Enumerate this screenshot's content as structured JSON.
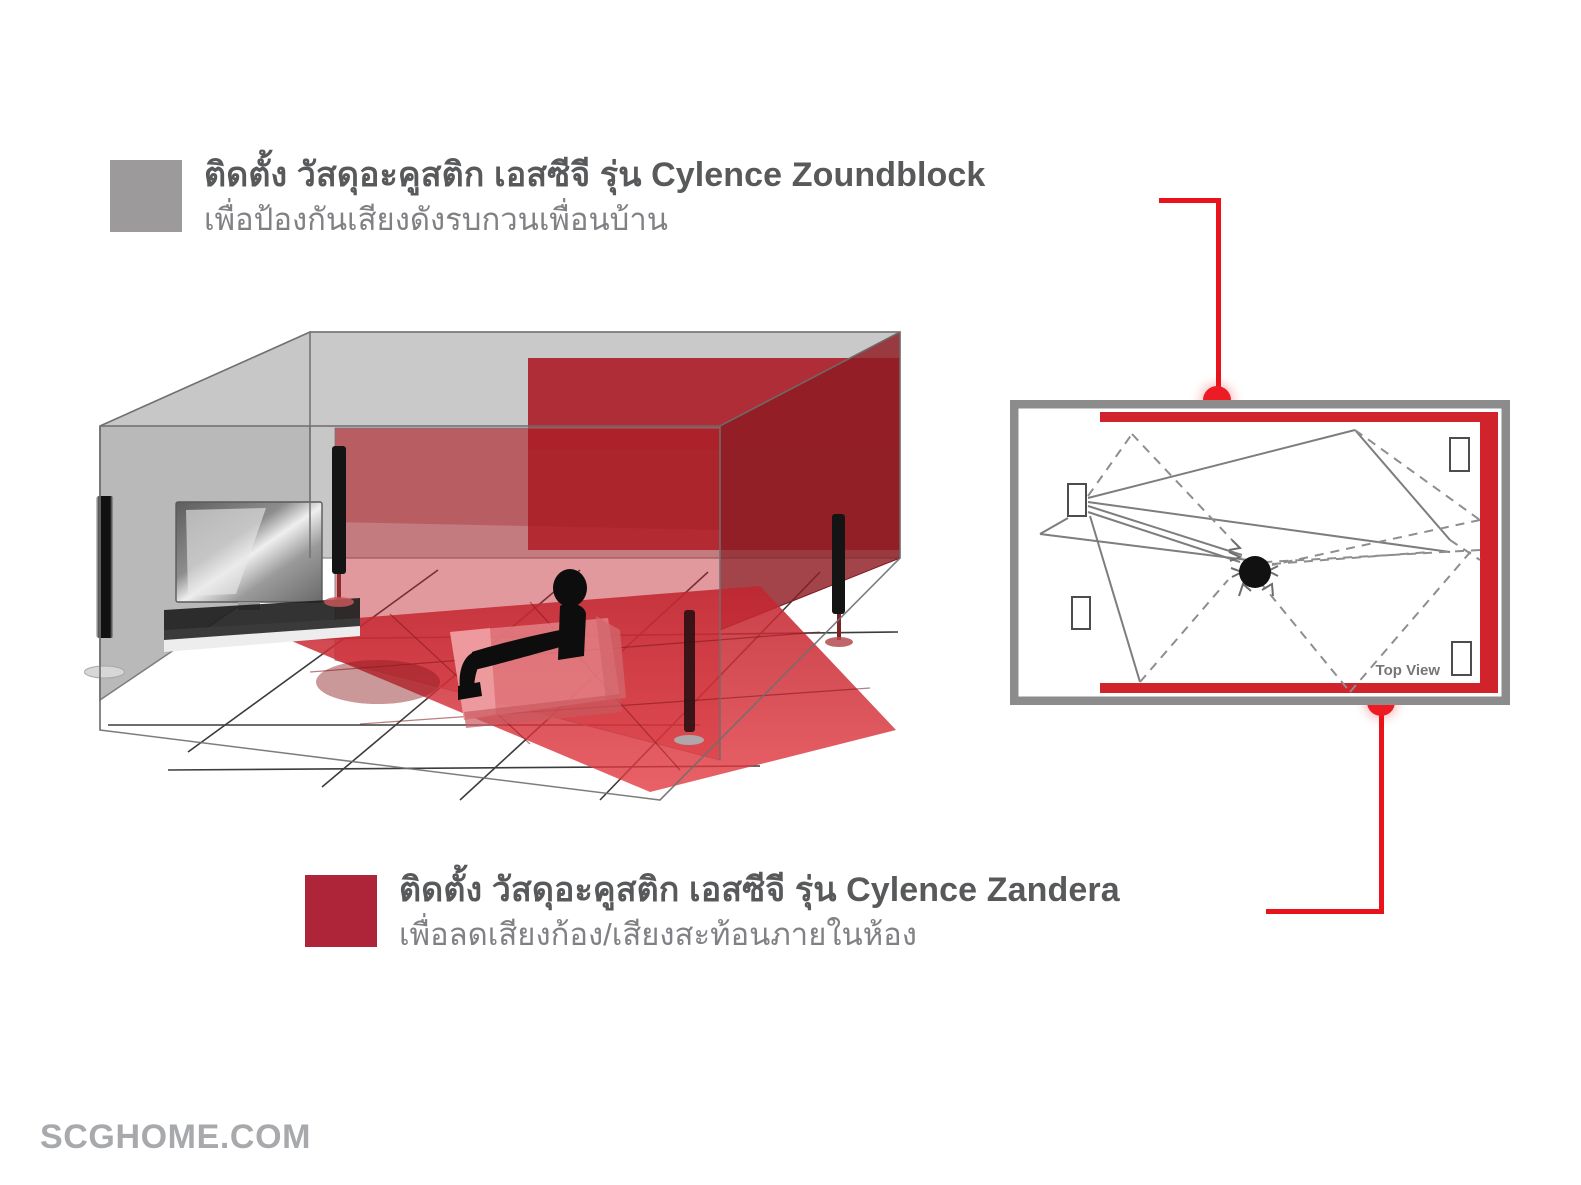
{
  "page": {
    "background": "#ffffff",
    "footer_text": "SCGHOME.COM"
  },
  "colors": {
    "legend_gray": "#9c9a9a",
    "legend_red": "#ae2439",
    "leader_red": "#e8131b",
    "dot_red": "#ed1c24",
    "heading_gray": "#58595b",
    "subtext_gray": "#808184",
    "frame_gray": "#8c8c8c",
    "wall_red": "#d0232b",
    "room_gray": "#a8a8a8",
    "room_red": "#b51f2b"
  },
  "legend_top": {
    "swatch_name": "gray-swatch",
    "swatch_color": "#9c9a9a",
    "heading": "ติดตั้ง วัสดุอะคูสติก เอสซีจี รุ่น Cylence Zoundblock",
    "subtext": "เพื่อป้องกันเสียงดังรบกวนเพื่อนบ้าน"
  },
  "legend_bottom": {
    "swatch_name": "red-swatch",
    "swatch_color": "#ae2439",
    "heading": "ติดตั้ง วัสดุอะคูสติก เอสซีจี รุ่น Cylence Zandera",
    "subtext": "เพื่อลดเสียงก้อง/เสียงสะท้อนภายในห้อง"
  },
  "room_3d": {
    "label": "3d-cutaway-room-perspective",
    "elements": [
      "ceiling-panel",
      "left-wall-gray",
      "back-wall-red",
      "right-wall-red",
      "floor-red-overlay",
      "floor-tile-grid",
      "television",
      "media-console",
      "left-tower-speaker",
      "center-tower-speaker",
      "rear-tower-speaker",
      "sofa",
      "seated-person",
      "coffee-table"
    ]
  },
  "top_view": {
    "caption": "Top View",
    "label": "top-view-floor-plan",
    "speaker_count": 4,
    "listener_label": "listening-position",
    "ray_types": [
      "direct-sound-solid",
      "reflected-sound-dashed"
    ],
    "red_wall_sides": [
      "top",
      "right",
      "bottom"
    ],
    "gray_wall_sides": [
      "left"
    ]
  },
  "connectors": [
    {
      "name": "connector-zoundblock",
      "from": "legend-top-heading",
      "to": "top-view-top-wall",
      "endpoint_dot": true
    },
    {
      "name": "connector-zandera",
      "from": "legend-bottom-heading",
      "to": "top-view-bottom-wall",
      "endpoint_dot": true
    }
  ]
}
